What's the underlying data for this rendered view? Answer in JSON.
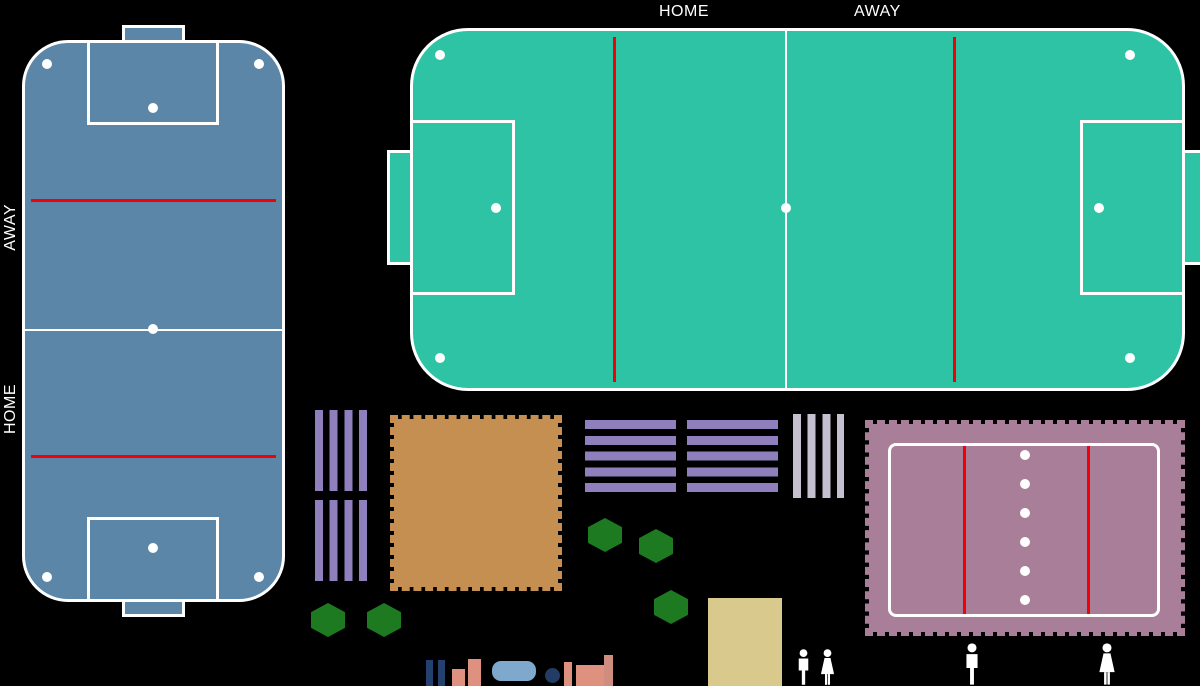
{
  "labels": {
    "left_field_away": "AWAY",
    "left_field_home": "HOME",
    "main_field_home": "HOME",
    "main_field_away": "AWAY"
  },
  "colors": {
    "background": "#000000",
    "left_field_fill": "#5b86a7",
    "main_field_fill": "#2fc3a5",
    "line_white": "#ffffff",
    "line_red": "#f20006",
    "bleacher_purple": "#8f7fbc",
    "bleacher_light": "#c4c0cf",
    "sand_fill": "#c68f52",
    "court_fill": "#a87e99",
    "tree_green": "#1d7a20",
    "building_tan": "#d9c98c",
    "playground_salmon": "#df9180",
    "playground_blue": "#7fa9cc",
    "playground_navy": "#24406e",
    "icon_white": "#ffffff"
  },
  "counts": {
    "trees": 5,
    "bleacher_blocks": 5,
    "court_center_dots": 6,
    "restroom_icons": 4
  }
}
